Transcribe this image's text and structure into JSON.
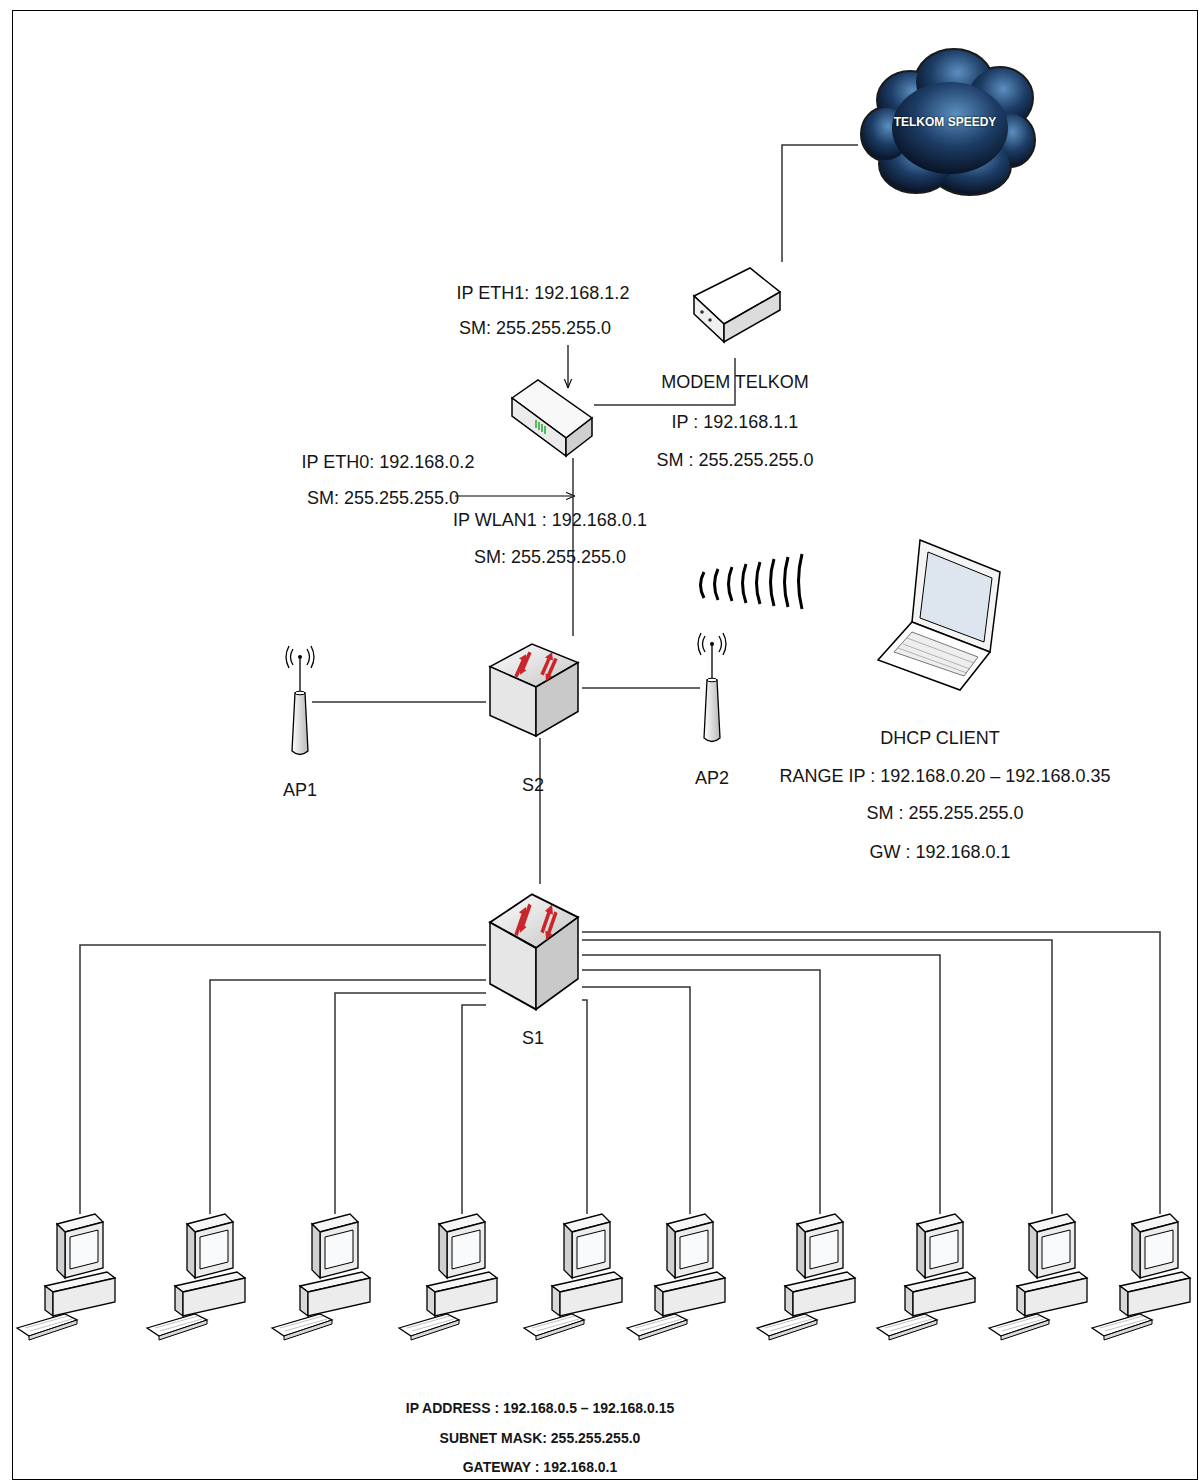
{
  "diagram": {
    "nodes": [
      {
        "text": [
          "TELKOM SPEEDY"
        ]
      },
      {
        "text": [
          "MODEM TELKOM",
          "IP : 192.168.1.1",
          "SM : 255.255.255.0"
        ]
      },
      {
        "text": [
          "IP ETH1: 192.168.1.2",
          "SM: 255.255.255.0",
          "IP ETH0: 192.168.0.2",
          "SM: 255.255.255.0",
          "IP WLAN1 : 192.168.0.1",
          "SM: 255.255.255.0"
        ]
      },
      {
        "text": [
          "S2"
        ]
      },
      {
        "text": [
          "AP1"
        ]
      },
      {
        "text": [
          "AP2"
        ]
      },
      {
        "text": [
          "DHCP CLIENT",
          "RANGE IP : 192.168.0.20 – 192.168.0.35",
          "SM : 255.255.255.0",
          "GW : 192.168.0.1"
        ]
      },
      {
        "text": [
          "S1"
        ]
      }
    ],
    "edges": [
      {
        "from": 0,
        "to": 1,
        "arrow": "none"
      },
      {
        "from": 1,
        "to": 2,
        "arrow": "none"
      },
      {
        "from": 2,
        "to": 3,
        "arrow": "none"
      },
      {
        "from": 3,
        "to": 4,
        "arrow": "none"
      },
      {
        "from": 3,
        "to": 5,
        "arrow": "none"
      },
      {
        "from": 3,
        "to": 7,
        "arrow": "none"
      }
    ],
    "labels": [
      "IP ADDRESS : 192.168.0.5 – 192.168.0.15",
      "SUBNET MASK: 255.255.255.0",
      "GATEWAY : 192.168.0.1"
    ]
  }
}
